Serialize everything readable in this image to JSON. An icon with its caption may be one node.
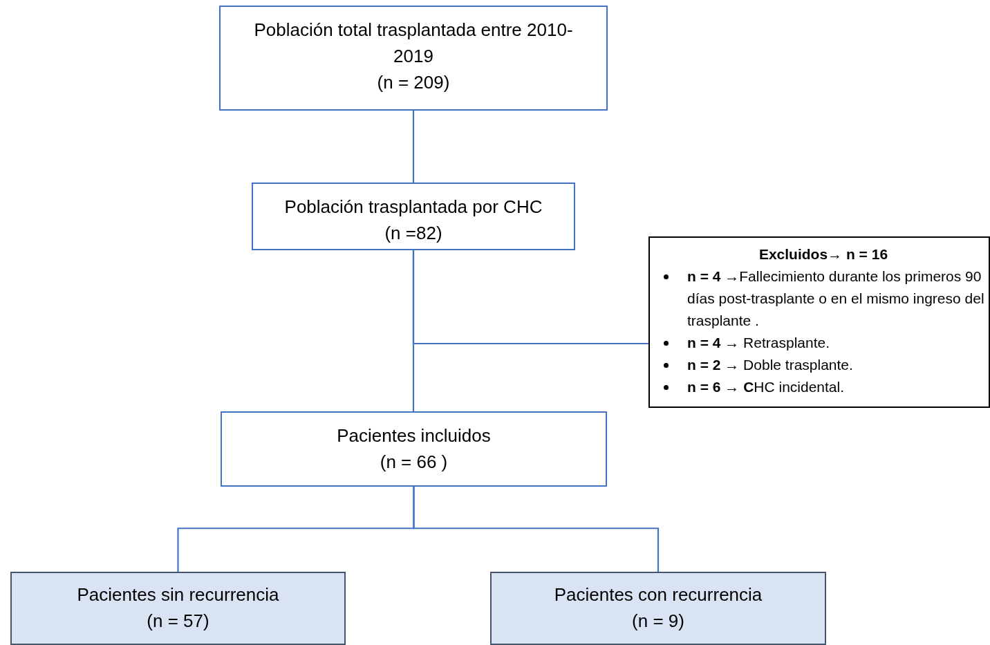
{
  "diagram": {
    "nodes": [
      {
        "text": [
          "Población total trasplantada entre 2010-2019",
          "(n = 209)"
        ]
      },
      {
        "text": [
          "Población trasplantada por CHC",
          "(n =82)"
        ]
      },
      {
        "text": [
          "Excluidos→ n = 16",
          "**n = 4** →Fallecimiento durante los primeros 90 días post-trasplante o en el mismo ingreso del trasplante .",
          "**n = 4 →** Retrasplante.",
          "**n = 2 →** Doble trasplante.",
          "**n = 6 →** **C**HC incidental."
        ]
      },
      {
        "text": [
          "Pacientes incluidos",
          "(n = 66 )"
        ]
      },
      {
        "text": [
          "Pacientes sin recurrencia",
          "(n = 57)"
        ]
      },
      {
        "text": [
          "Pacientes con recurrencia",
          "(n = 9)"
        ]
      }
    ],
    "edges": [
      {
        "from": 0,
        "to": 1,
        "arrow": "none"
      },
      {
        "from": 1,
        "to": 3,
        "arrow": "none"
      },
      {
        "from": 1,
        "to": 2,
        "arrow": "none"
      },
      {
        "from": 3,
        "to": 4,
        "arrow": "none"
      },
      {
        "from": 3,
        "to": 5,
        "arrow": "none"
      }
    ]
  }
}
